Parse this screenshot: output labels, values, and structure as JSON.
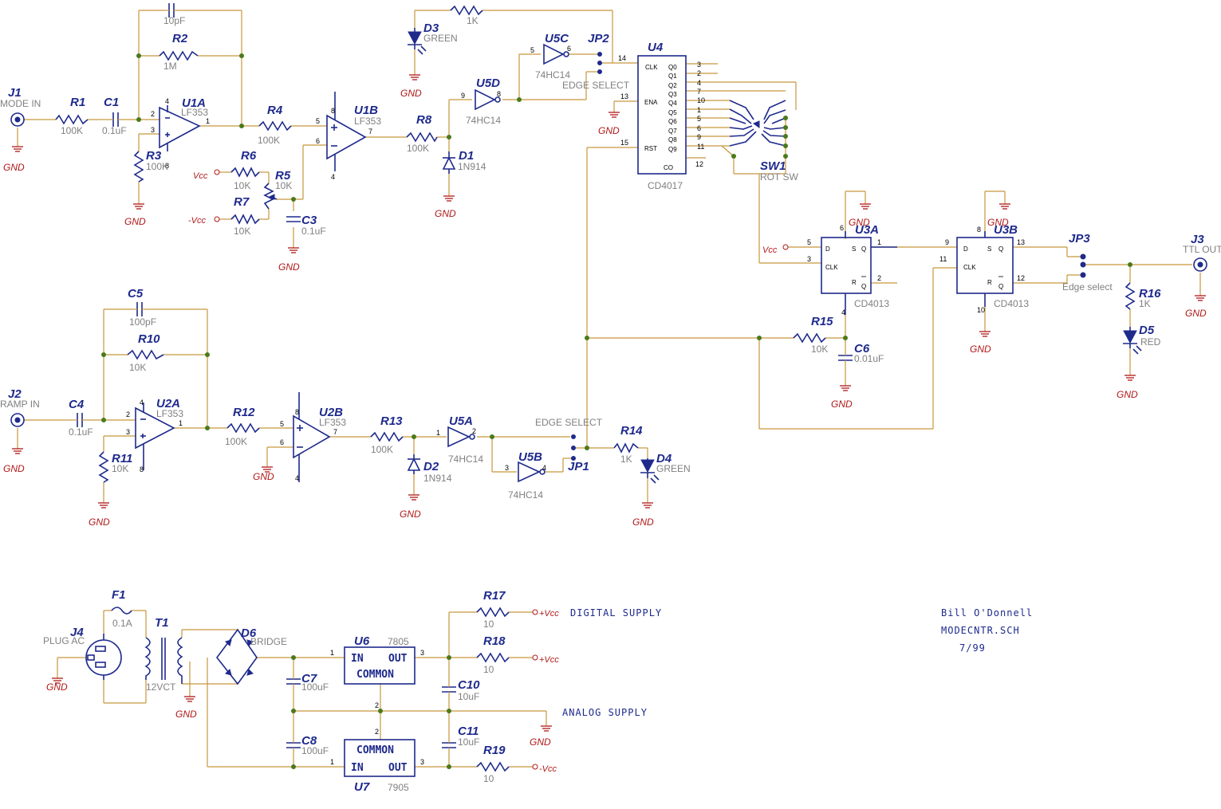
{
  "refs": {
    "J1": "J1",
    "J2": "J2",
    "J3": "J3",
    "J4": "J4",
    "R1": "R1",
    "R2": "R2",
    "R3": "R3",
    "R4": "R4",
    "R5": "R5",
    "R6": "R6",
    "R7": "R7",
    "R8": "R8",
    "R10": "R10",
    "R11": "R11",
    "R12": "R12",
    "R13": "R13",
    "R14": "R14",
    "R15": "R15",
    "R16": "R16",
    "R17": "R17",
    "R18": "R18",
    "R19": "R19",
    "C1": "C1",
    "C3": "C3",
    "C4": "C4",
    "C5": "C5",
    "C6": "C6",
    "C7": "C7",
    "C8": "C8",
    "C10": "C10",
    "C11": "C11",
    "U1A": "U1A",
    "U1B": "U1B",
    "U2A": "U2A",
    "U2B": "U2B",
    "U3A": "U3A",
    "U3B": "U3B",
    "U4": "U4",
    "U5A": "U5A",
    "U5B": "U5B",
    "U5C": "U5C",
    "U5D": "U5D",
    "U6": "U6",
    "U7": "U7",
    "D1": "D1",
    "D2": "D2",
    "D3": "D3",
    "D4": "D4",
    "D5": "D5",
    "D6": "D6",
    "JP1": "JP1",
    "JP2": "JP2",
    "JP3": "JP3",
    "SW1": "SW1",
    "F1": "F1",
    "T1": "T1"
  },
  "values": {
    "c_10pF": "10pF",
    "r2": "1M",
    "j1": "MODE IN",
    "r1": "100K",
    "c1": "0.1uF",
    "u1a": "LF353",
    "r3": "100K",
    "r4": "100K",
    "u1b": "LF353",
    "r6": "10K",
    "r5": "10K",
    "r7": "10K",
    "c3": "0.1uF",
    "r8": "100K",
    "d1": "1N914",
    "d3": "GREEN",
    "r_1k_top": "1K",
    "u5c": "74HC14",
    "edge_select_top": "EDGE SELECT",
    "u5d": "74HC14",
    "u4": "CD4017",
    "sw1": "ROT SW",
    "c5": "100pF",
    "r10": "10K",
    "j2": "RAMP IN",
    "c4": "0.1uF",
    "u2a": "LF353",
    "r11": "10K",
    "r12": "100K",
    "u2b": "LF353",
    "r13": "100K",
    "d2": "1N914",
    "u5a": "74HC14",
    "edge_select_mid": "EDGE SELECT",
    "u5b": "74HC14",
    "r14": "1K",
    "d4": "GREEN",
    "u3a": "CD4013",
    "u3b": "CD4013",
    "r15": "10K",
    "c6": "0.01uF",
    "jp3": "Edge select",
    "j3": "TTL OUT",
    "r16": "1K",
    "d5": "RED",
    "f1": "0.1A",
    "j4": "PLUG AC",
    "t1": "12VCT",
    "d6": "BRIDGE",
    "u6": "7805",
    "u7": "7905",
    "c7": "100uF",
    "c8": "100uF",
    "c10": "10uF",
    "c11": "10uF",
    "r17": "10",
    "r18": "10",
    "r19": "10"
  },
  "nets": {
    "gnd": "GND",
    "vcc": "Vcc",
    "nvcc": "-Vcc",
    "pvcc": "+Vcc",
    "pvcc2": "+Vcc",
    "nvcc2": "-Vcc"
  },
  "supply_labels": {
    "digital": "DIGITAL SUPPLY",
    "analog": "ANALOG SUPPLY"
  },
  "regulator_text": {
    "in": "IN",
    "out": "OUT",
    "common": "COMMON"
  },
  "cd4017_pins": {
    "clk": "CLK",
    "ena": "ENA",
    "rst": "RST",
    "co": "CO",
    "q": [
      "Q0",
      "Q1",
      "Q2",
      "Q3",
      "Q4",
      "Q5",
      "Q6",
      "Q7",
      "Q8",
      "Q9"
    ],
    "qnum": [
      "3",
      "2",
      "4",
      "7",
      "10",
      "1",
      "5",
      "6",
      "9",
      "11"
    ],
    "p14": "14",
    "p13": "13",
    "p15": "15",
    "p12": "12"
  },
  "title_block": {
    "author": "Bill O'Donnell",
    "file": "MODECNTR.SCH",
    "date": "7/99"
  },
  "colors": {
    "wire": "#c8963c",
    "component": "#1e2a8c",
    "junction": "#4a7a1a",
    "ground_label": "#b01818",
    "value_text": "#808080"
  }
}
